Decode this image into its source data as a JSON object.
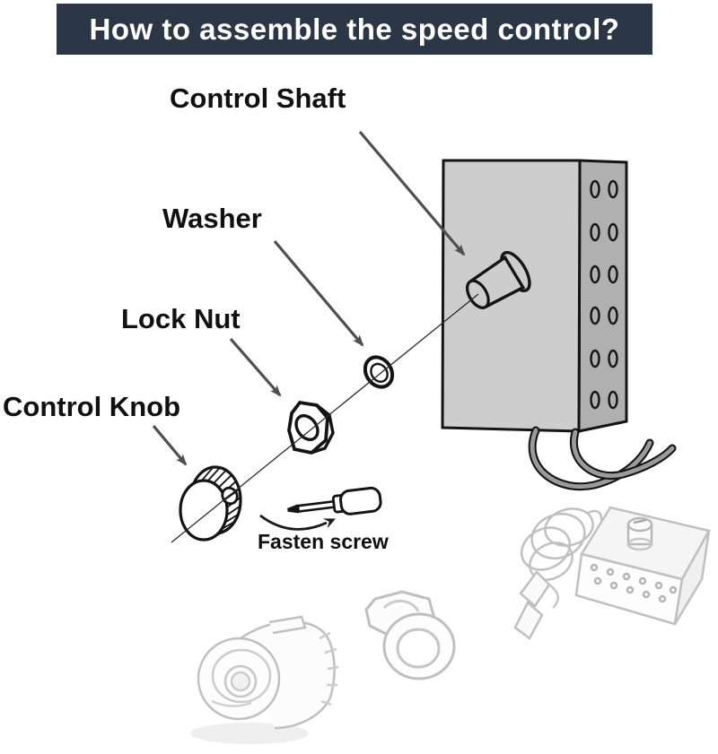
{
  "header": {
    "title": "How to assemble the speed control?"
  },
  "labels": {
    "control_shaft": "Control Shaft",
    "washer": "Washer",
    "lock_nut": "Lock Nut",
    "control_knob": "Control Knob",
    "fasten_screw": "Fasten screw"
  },
  "colors": {
    "header_bg": "#2b3647",
    "header_fg": "#ffffff",
    "outline": "#141414",
    "arrow": "#4f4f4f",
    "box_front": "#cdcdcd",
    "box_side": "#b0b0b0",
    "wire": "#9b9b9b",
    "sketch_line": "#c0c0c0",
    "background": "#ffffff"
  }
}
